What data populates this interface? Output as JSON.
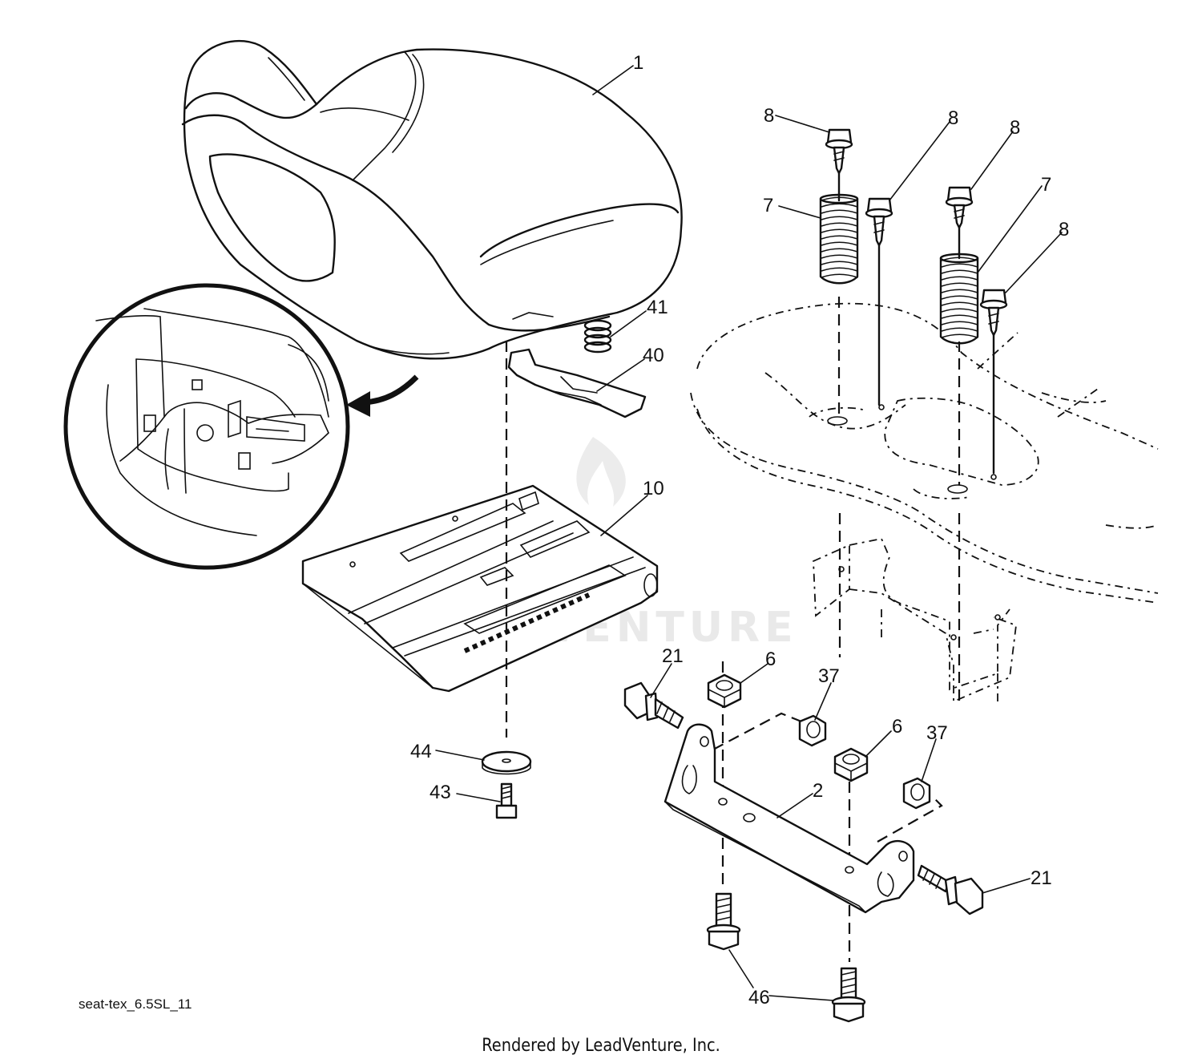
{
  "callouts": [
    {
      "id": "1",
      "label": "1"
    },
    {
      "id": "2",
      "label": "2"
    },
    {
      "id": "6a",
      "label": "6"
    },
    {
      "id": "6b",
      "label": "6"
    },
    {
      "id": "7a",
      "label": "7"
    },
    {
      "id": "7b",
      "label": "7"
    },
    {
      "id": "8a",
      "label": "8"
    },
    {
      "id": "8b",
      "label": "8"
    },
    {
      "id": "8c",
      "label": "8"
    },
    {
      "id": "8d",
      "label": "8"
    },
    {
      "id": "10",
      "label": "10"
    },
    {
      "id": "21a",
      "label": "21"
    },
    {
      "id": "21b",
      "label": "21"
    },
    {
      "id": "37a",
      "label": "37"
    },
    {
      "id": "37b",
      "label": "37"
    },
    {
      "id": "40",
      "label": "40"
    },
    {
      "id": "41",
      "label": "41"
    },
    {
      "id": "43",
      "label": "43"
    },
    {
      "id": "44",
      "label": "44"
    },
    {
      "id": "46",
      "label": "46"
    }
  ],
  "watermark": "LEADVENTURE",
  "diagram_code": "seat-tex_6.5SL_11",
  "credit": "Rendered by LeadVenture, Inc."
}
